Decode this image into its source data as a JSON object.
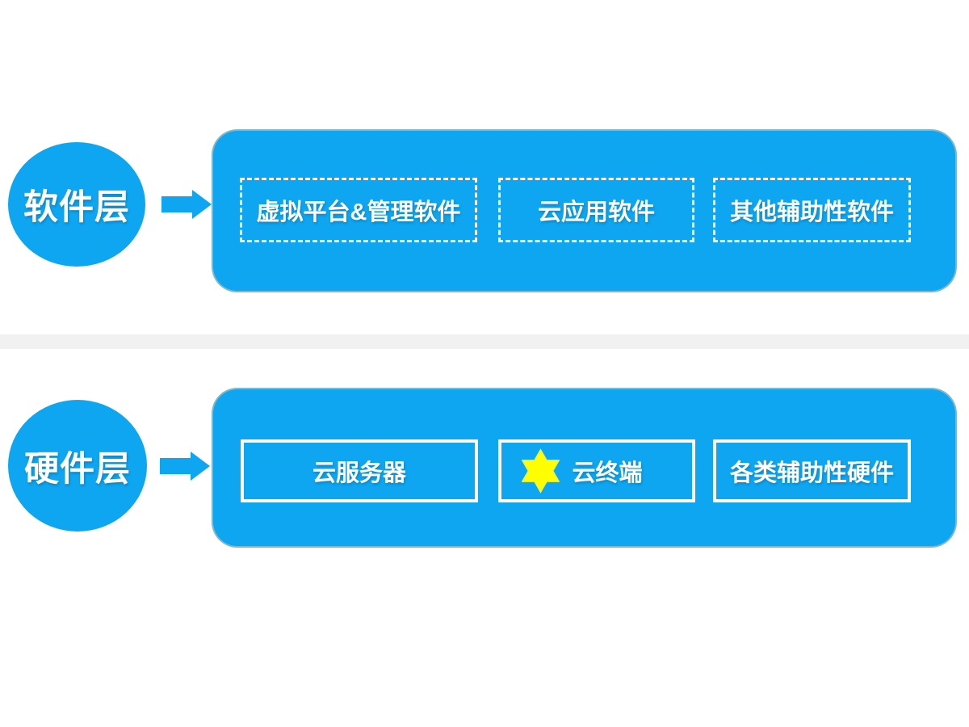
{
  "colors": {
    "primary_blue": "#0EA6F1",
    "star_yellow": "#FFFF00",
    "star_stroke": "#E3F44E",
    "divider_gray": "#F1F1F1",
    "text_white": "#FFFFFF"
  },
  "layers": [
    {
      "id": "software",
      "label": "软件层",
      "items": [
        {
          "label": "虚拟平台&管理软件",
          "style": "dashed"
        },
        {
          "label": "云应用软件",
          "style": "dashed"
        },
        {
          "label": "其他辅助性软件",
          "style": "dashed"
        }
      ]
    },
    {
      "id": "hardware",
      "label": "硬件层",
      "items": [
        {
          "label": "云服务器",
          "style": "solid"
        },
        {
          "label": "云终端",
          "style": "solid",
          "icon": "star-icon"
        },
        {
          "label": "各类辅助性硬件",
          "style": "solid"
        }
      ]
    }
  ]
}
